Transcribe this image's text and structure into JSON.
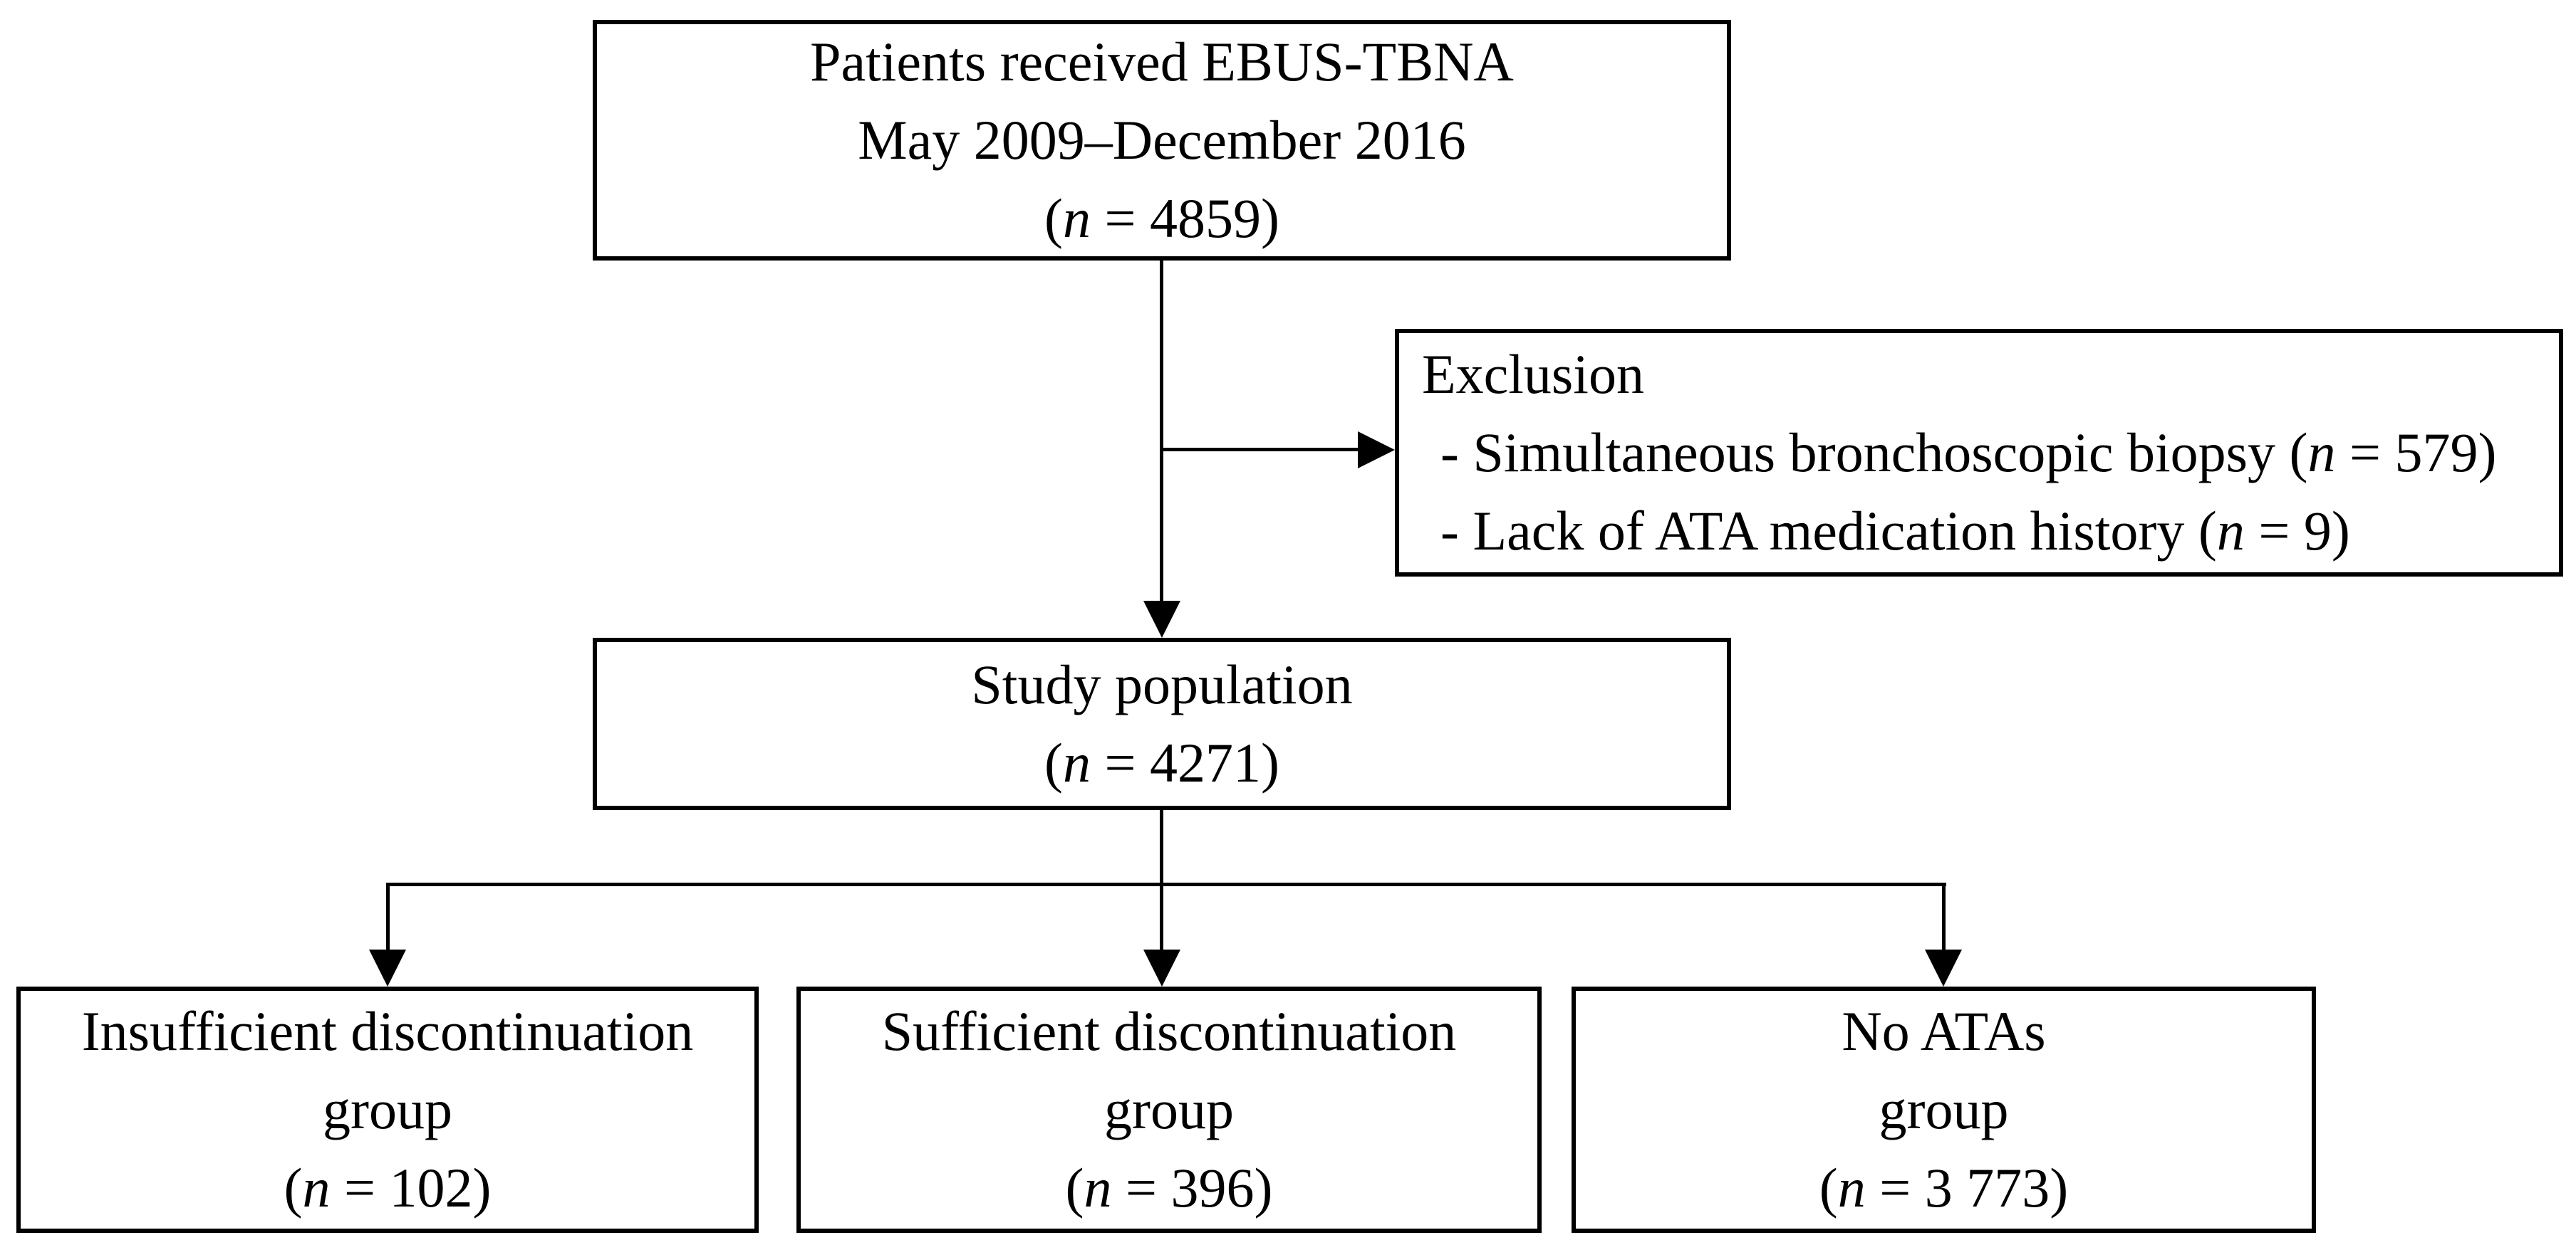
{
  "figure": {
    "type": "patient-selection-flowchart"
  },
  "colors": {
    "ink": "#000000",
    "paper": "#ffffff"
  },
  "boxes": {
    "top": {
      "lines": [
        "Patients received EBUS-TBNA",
        "May 2009–December 2016"
      ],
      "n": {
        "pre": "(",
        "var": "n",
        "post": " = 4859)"
      }
    },
    "exclusion": {
      "title": "Exclusion",
      "items": [
        {
          "pre": "- Simultaneous bronchoscopic biopsy (",
          "var": "n",
          "post": " = 579)"
        },
        {
          "pre": "- Lack of ATA medication history (",
          "var": "n",
          "post": " = 9)"
        }
      ]
    },
    "study": {
      "line": "Study population",
      "n": {
        "pre": "(",
        "var": "n",
        "post": " = 4271)"
      }
    },
    "groups": [
      {
        "lines": [
          "Insufficient discontinuation",
          "group"
        ],
        "n": {
          "pre": "(",
          "var": "n",
          "post": " = 102)"
        }
      },
      {
        "lines": [
          "Sufficient discontinuation",
          "group"
        ],
        "n": {
          "pre": "(",
          "var": "n",
          "post": " = 396)"
        }
      },
      {
        "lines": [
          "No ATAs",
          "group"
        ],
        "n": {
          "pre": "(",
          "var": "n",
          "post": " = 3 773)"
        }
      }
    ]
  }
}
